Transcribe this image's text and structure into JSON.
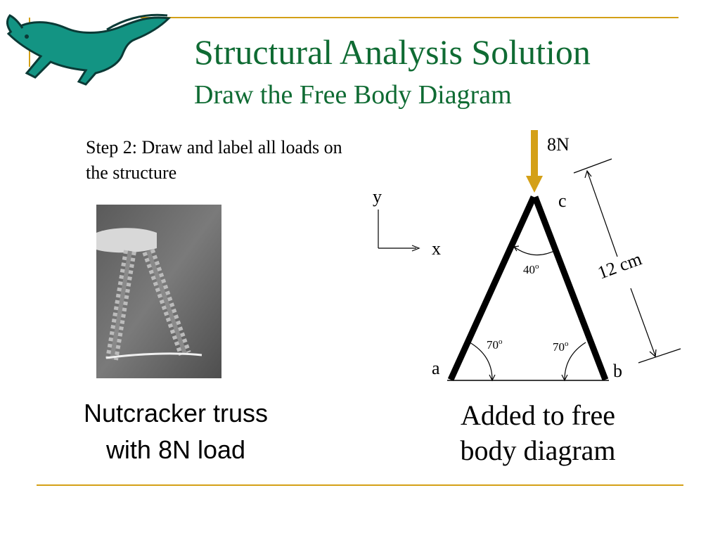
{
  "slide": {
    "title": "Structural Analysis Solution",
    "subtitle": "Draw the Free Body Diagram",
    "step_text": "Step 2:  Draw and label all loads on the structure",
    "caption_left_line1": "Nutcracker truss",
    "caption_left_line2": "with 8N load",
    "caption_right_line1": "Added to free",
    "caption_right_line2": "body diagram",
    "accent_color": "#d4a017",
    "title_color": "#0f6b33",
    "logo_icon": "mustang-horse-icon",
    "photo_description_icon": "nutcracker-truss-photo"
  },
  "diagram": {
    "load_label": "8N",
    "axis_y": "y",
    "axis_x": "x",
    "node_a": "a",
    "node_b": "b",
    "node_c": "c",
    "angle_top": "40",
    "angle_left": "70",
    "angle_right": "70",
    "degree_mark": "o",
    "length_label": "12 cm"
  }
}
